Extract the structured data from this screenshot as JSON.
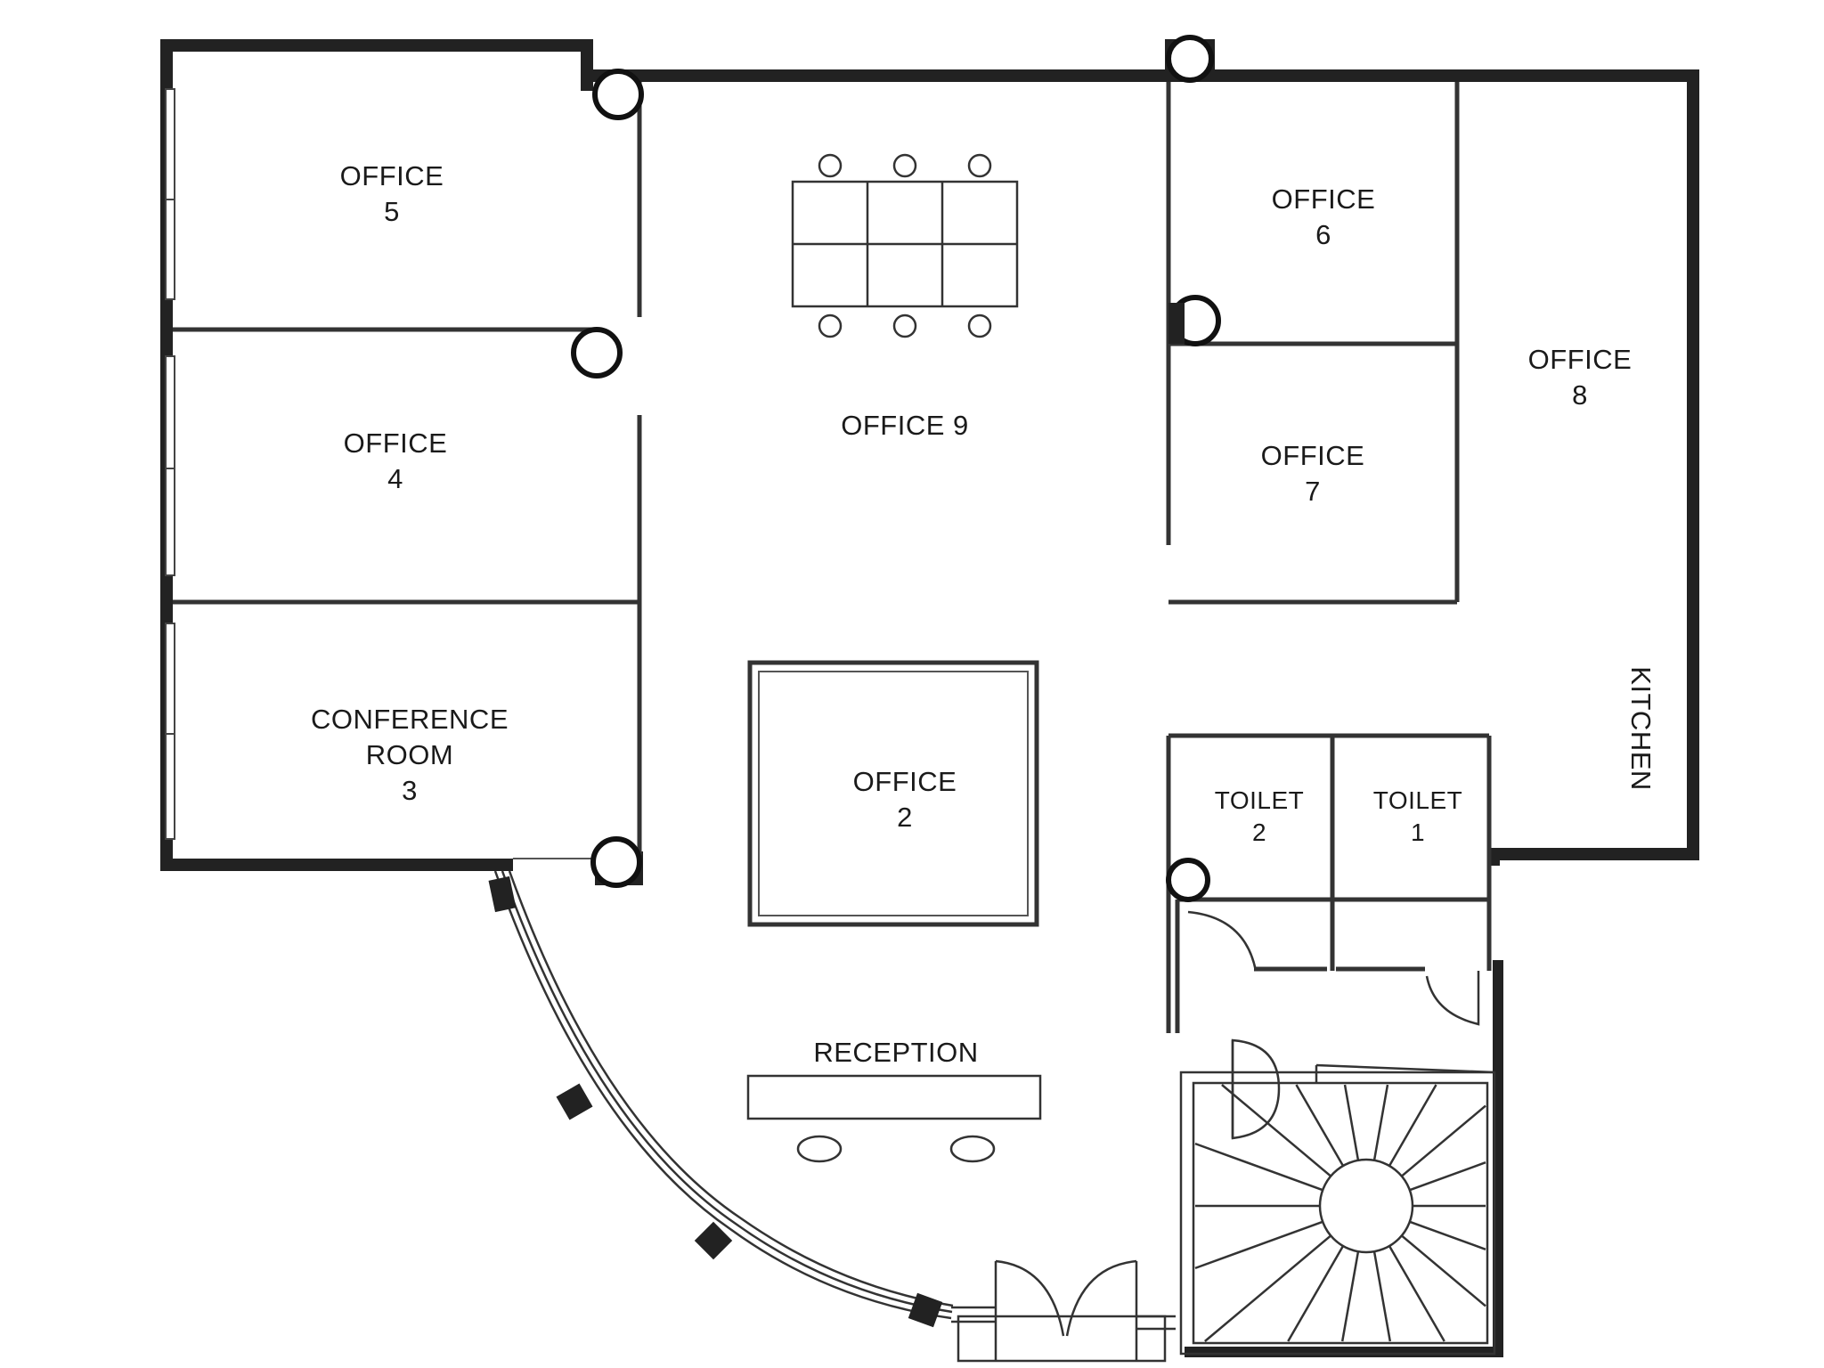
{
  "rooms": {
    "office5": {
      "line1": "OFFICE",
      "line2": "5"
    },
    "office4": {
      "line1": "OFFICE",
      "line2": "4"
    },
    "conference3": {
      "line1": "CONFERENCE",
      "line2": "ROOM",
      "line3": "3"
    },
    "office9": {
      "line1": "OFFICE 9"
    },
    "office6": {
      "line1": "OFFICE",
      "line2": "6"
    },
    "office7": {
      "line1": "OFFICE",
      "line2": "7"
    },
    "office8": {
      "line1": "OFFICE",
      "line2": "8"
    },
    "office2": {
      "line1": "OFFICE",
      "line2": "2"
    },
    "kitchen": {
      "line1": "KITCHEN"
    },
    "toilet2": {
      "line1": "TOILET",
      "line2": "2"
    },
    "toilet1": {
      "line1": "TOILET",
      "line2": "1"
    },
    "reception": {
      "line1": "RECEPTION"
    }
  },
  "colors": {
    "wall": "#222222",
    "partition": "#333333",
    "background": "#ffffff"
  }
}
